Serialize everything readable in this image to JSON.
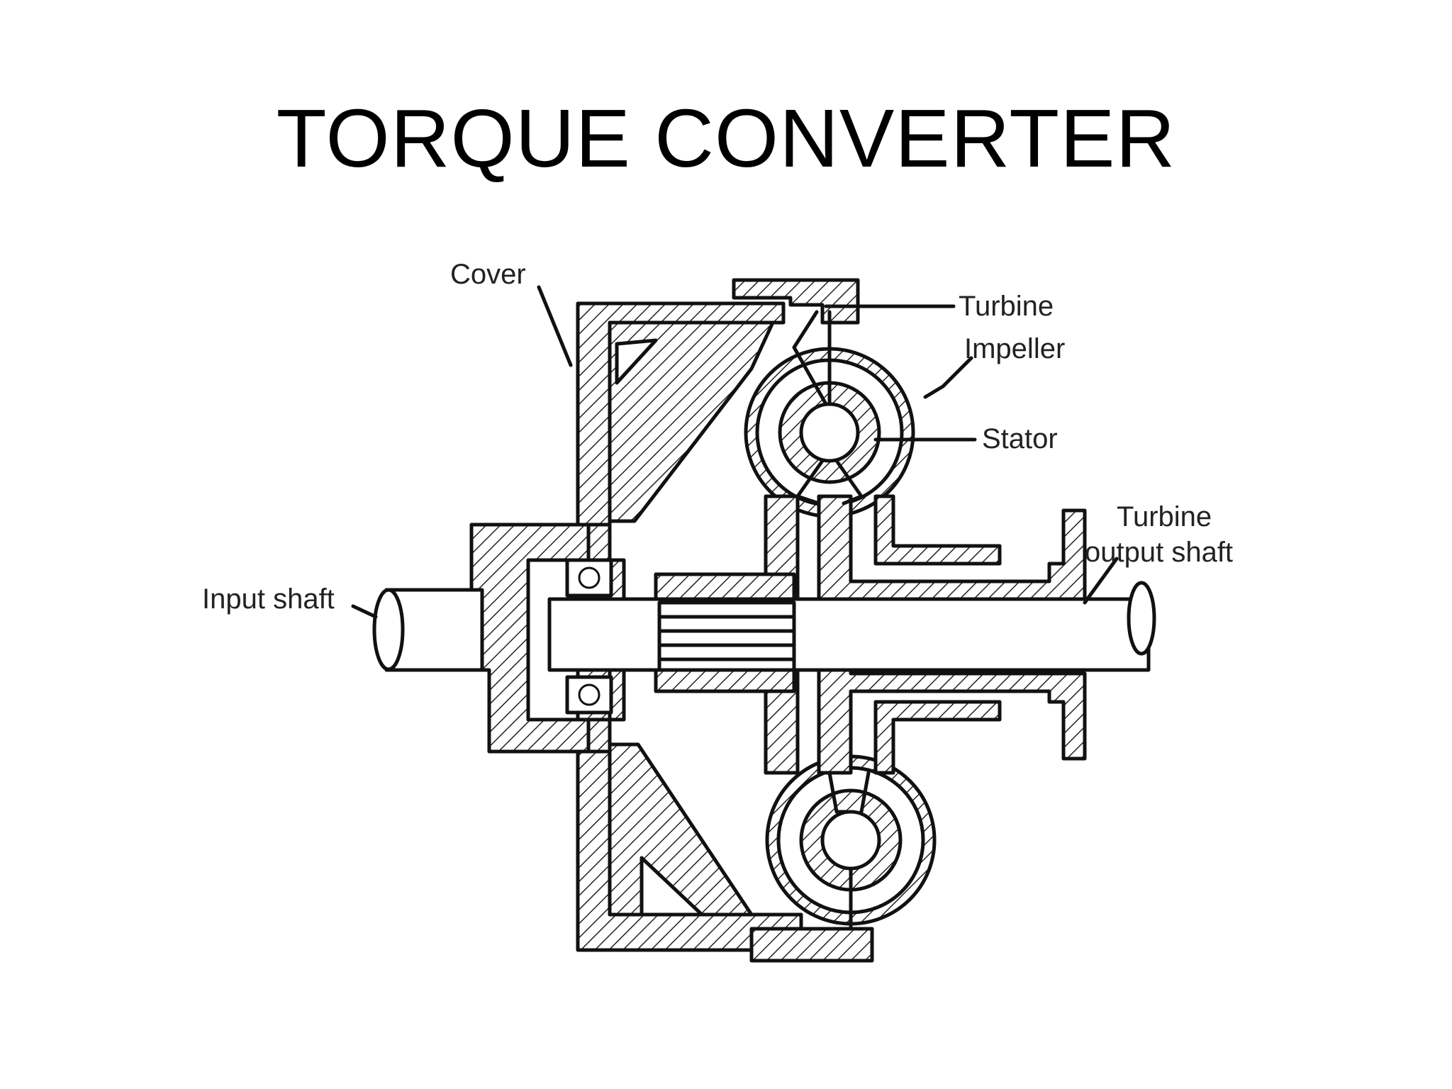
{
  "title": "TORQUE CONVERTER",
  "labels": {
    "cover": "Cover",
    "turbine": "Turbine",
    "impeller": "Impeller",
    "stator": "Stator",
    "turbine_output_shaft_line1": "Turbine",
    "turbine_output_shaft_line2": "output shaft",
    "input_shaft": "Input shaft"
  }
}
